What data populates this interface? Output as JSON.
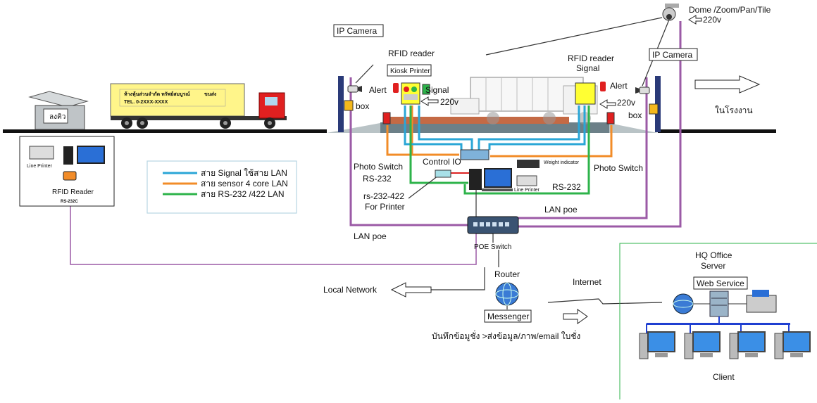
{
  "labels": {
    "dome_camera": "Dome /Zoom/Pan/Tile",
    "dome_power": "220v",
    "ip_camera_left": "IP Camera",
    "ip_camera_right": "IP Camera",
    "rfid_reader_left": "RFID reader",
    "kiosk_printer": "Kiosk Printer",
    "rfid_reader_right": "RFID reader",
    "signal_right": "Signal",
    "alert_left": "Alert",
    "signal_left": "Signal",
    "power_left": "220v",
    "alert_right": "Alert",
    "power_right": "220v",
    "box_left": "box",
    "box_right": "box",
    "factory_text": "ในโรงงาน",
    "queue_booth": "ลงคิว",
    "photo_switch_left": "Photo Switch",
    "rs232_left": "RS-232",
    "control_io": "Control IO",
    "weight_indicator": "Weight indicator",
    "line_printer_center": "Line Printer",
    "photo_switch_right": "Photo Switch",
    "rs232_right": "RS-232",
    "rs232_422": "rs-232-422",
    "for_printer": "For Printer",
    "lan_poe_left": "LAN poe",
    "lan_poe_right": "LAN poe",
    "poe_switch": "POE Switch",
    "router": "Router",
    "local_network": "Local Network",
    "internet": "Internet",
    "messenger": "Messenger",
    "record_text": "บันทึกข้อมูชั่ง >ส่งข้อมูล/ภาพ/email ใบชั่ง",
    "hq_office": "HQ Office",
    "server": "Server",
    "web_service": "Web Service",
    "client": "Client",
    "line_printer_left": "Line Printer",
    "rfid_reader_box": "RFID Reader",
    "rs232c": "RS-232C"
  },
  "legend": [
    {
      "text": "สาย Signal ใช้สาย LAN",
      "color": "#2aa6d6"
    },
    {
      "text": "สาย sensor 4 core LAN",
      "color": "#f28c28"
    },
    {
      "text": "สาย RS-232 /422  LAN",
      "color": "#2db34a"
    }
  ],
  "colors": {
    "signal": "#2aa6d6",
    "sensor": "#f28c28",
    "rs232": "#2db34a",
    "poe": "#9b5aa6",
    "network": "#333333",
    "lan_blue": "#1f3fd1",
    "trailer": "#fff58a",
    "cab": "#e02020",
    "rfid_box": "#ffff33"
  },
  "truck_sign": {
    "line1": "ห้างหุ้นส่วนจำกัด ทรัพย์สมบูรณ์",
    "line2": "ขนส่ง",
    "line3": "TEL. 0-2XXX-XXXX"
  }
}
